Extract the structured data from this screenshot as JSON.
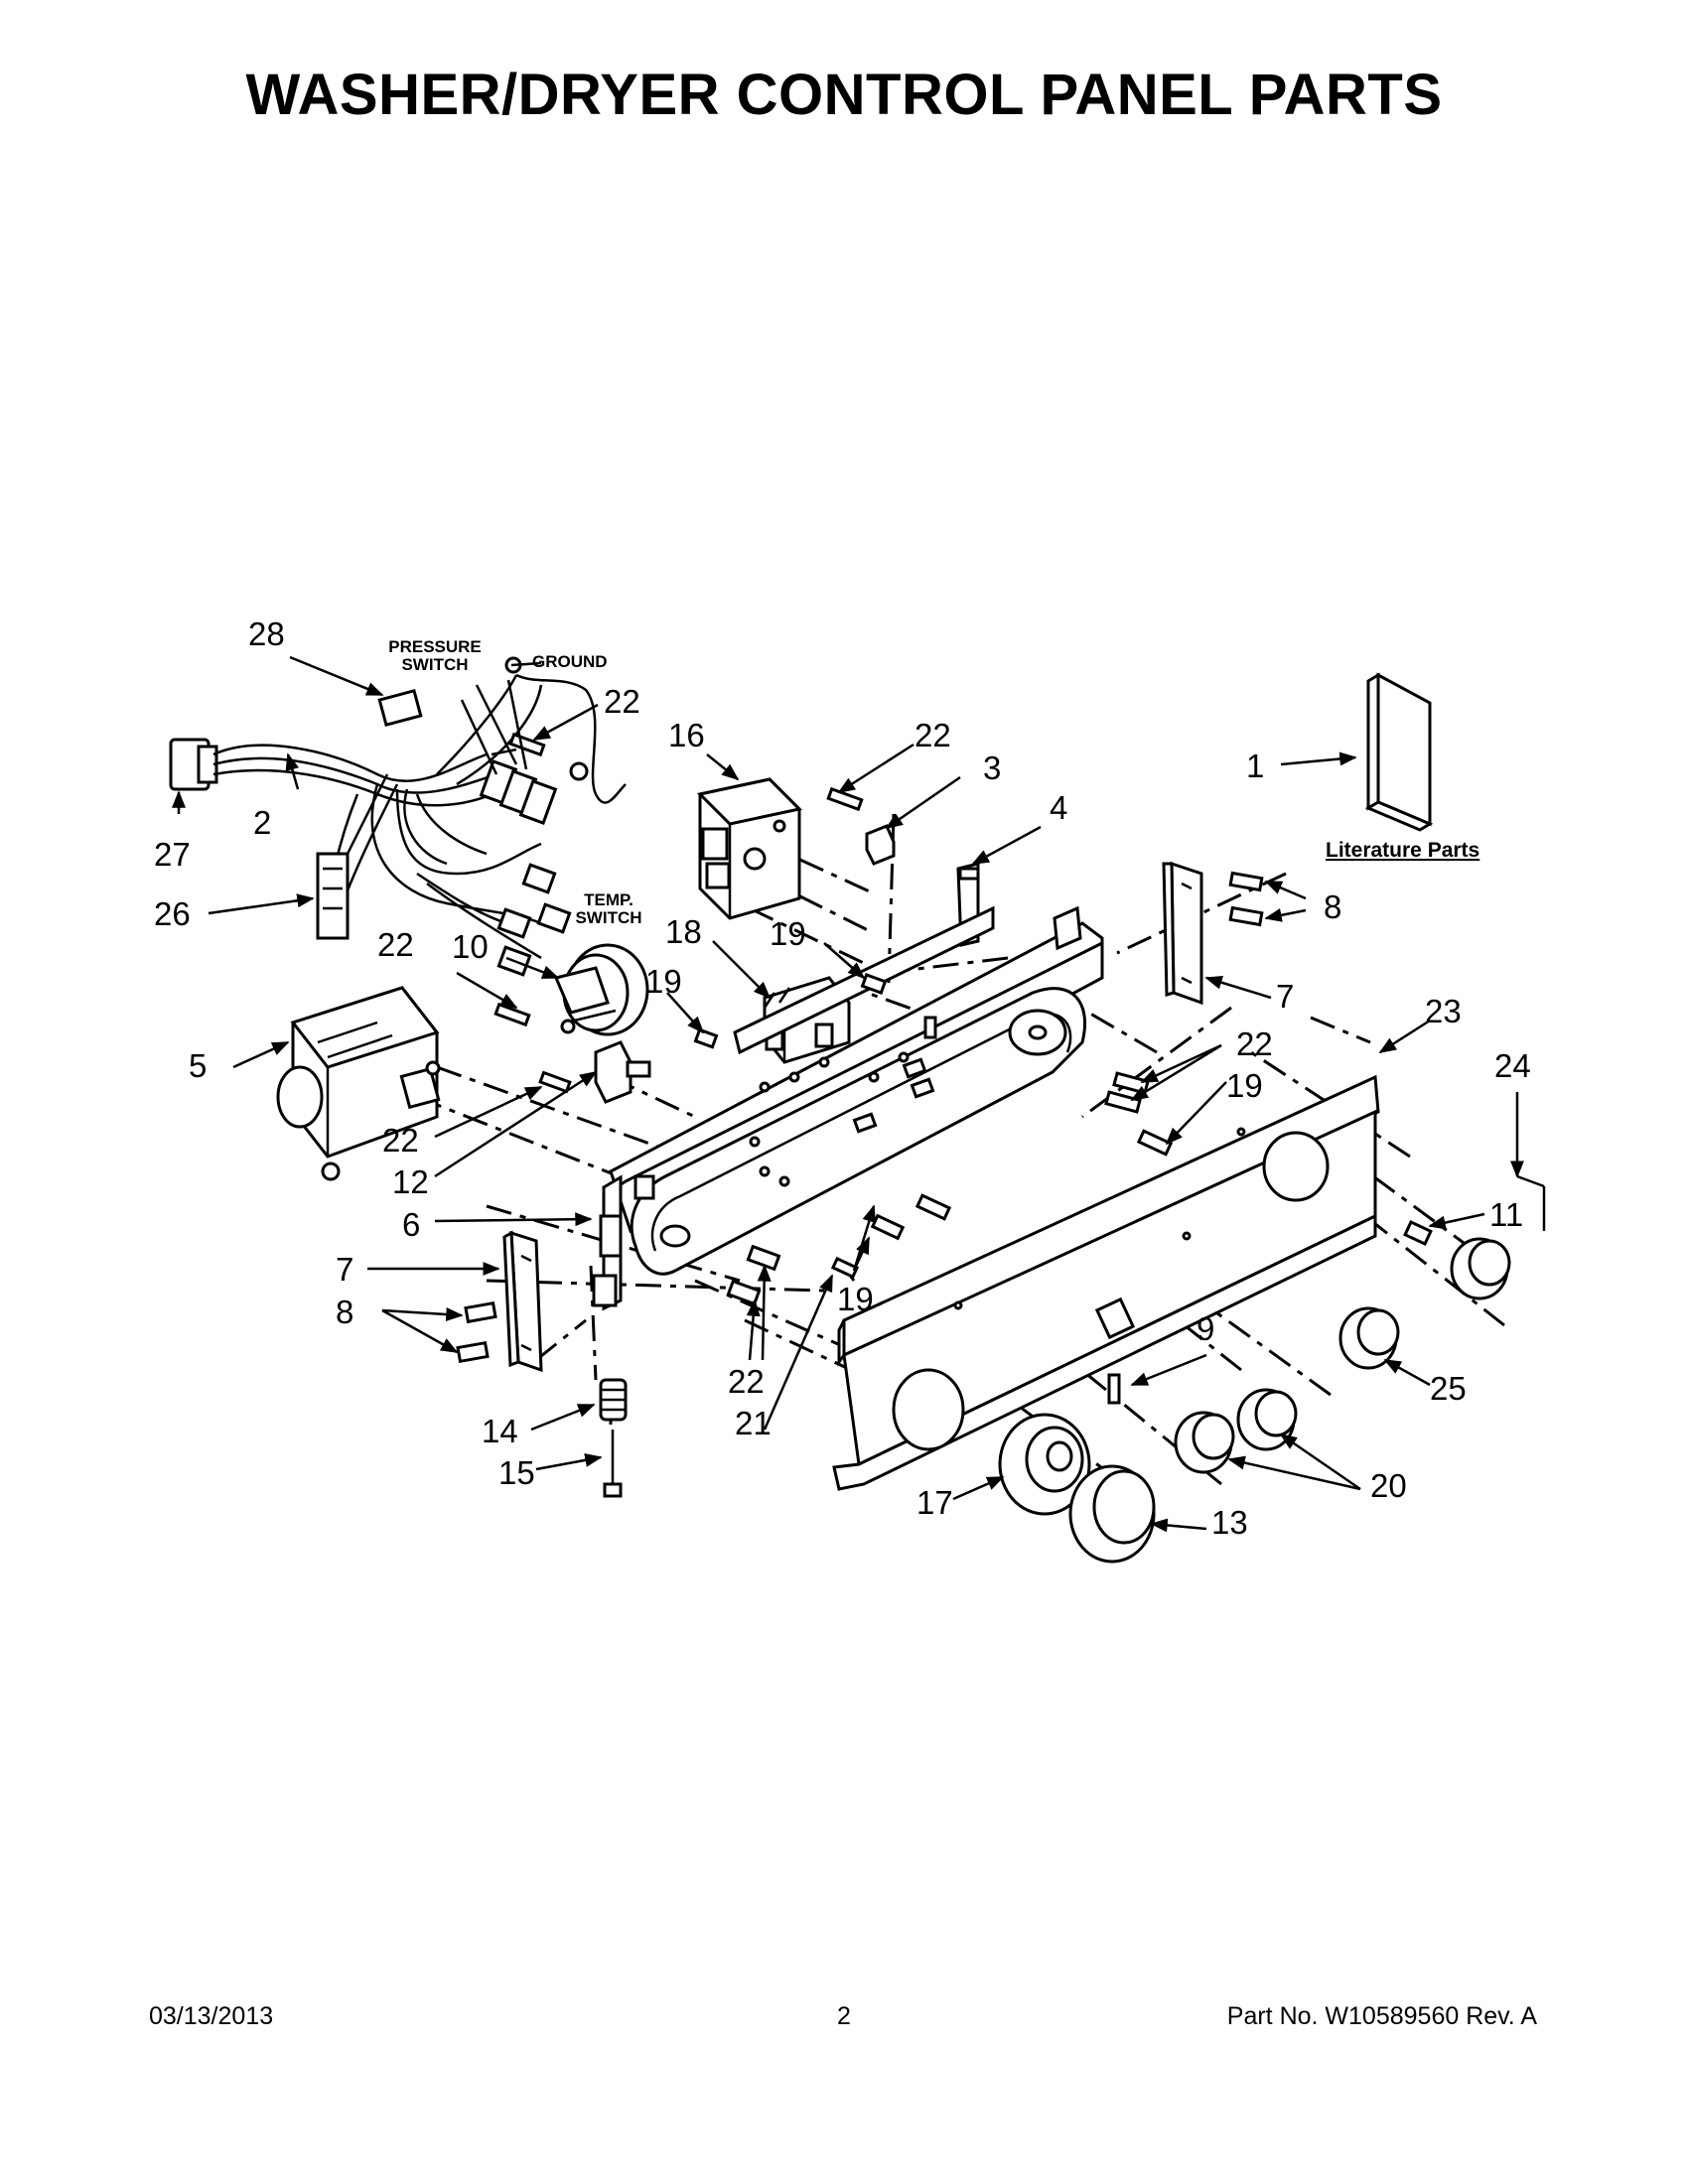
{
  "title": "WASHER/DRYER CONTROL PANEL PARTS",
  "labels": {
    "pressure_switch": [
      "PRESSURE",
      "SWITCH"
    ],
    "ground": "GROUND",
    "temp_switch": [
      "TEMP.",
      "SWITCH"
    ],
    "literature_parts": "Literature Parts"
  },
  "callouts": [
    "28",
    "22",
    "16",
    "22",
    "3",
    "4",
    "1",
    "2",
    "27",
    "26",
    "8",
    "7",
    "22",
    "10",
    "19",
    "18",
    "19",
    "22",
    "23",
    "24",
    "5",
    "22",
    "19",
    "12",
    "11",
    "6",
    "7",
    "19",
    "8",
    "9",
    "22",
    "21",
    "25",
    "14",
    "20",
    "15",
    "17",
    "13"
  ],
  "footer": {
    "date": "03/13/2013",
    "page": "2",
    "part_number": "Part No.  W10589560  Rev.  A"
  },
  "colors": {
    "ink": "#000000",
    "paper": "#ffffff"
  }
}
